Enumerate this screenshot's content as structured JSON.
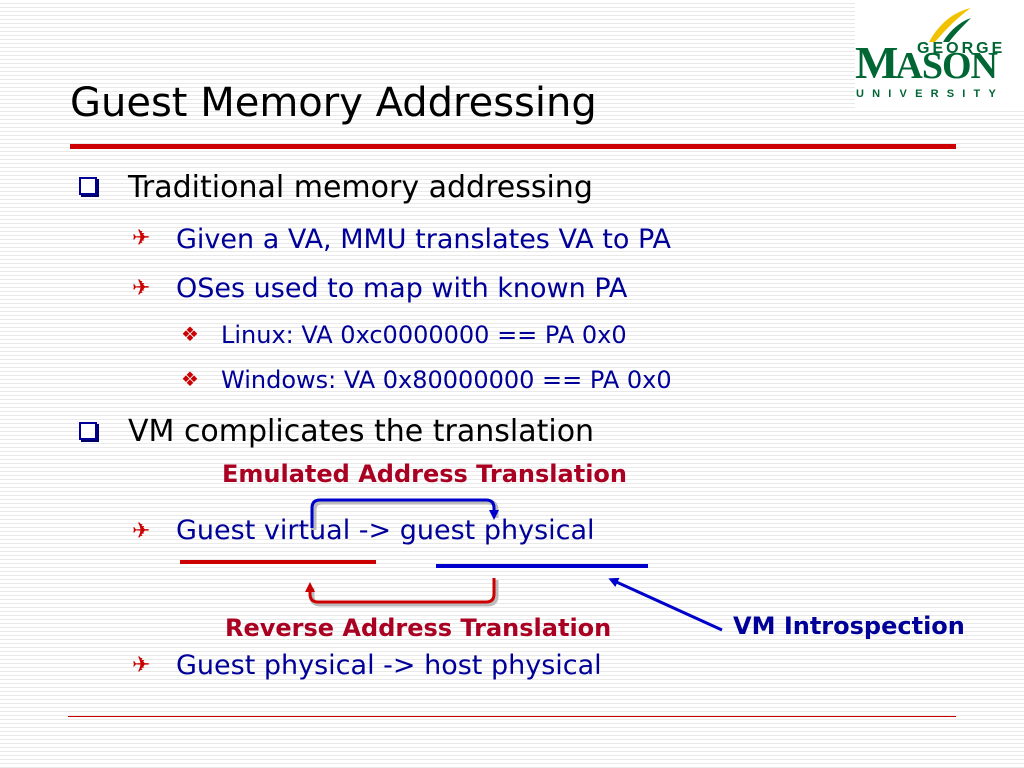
{
  "slide": {
    "title": "Guest Memory Addressing",
    "logo": {
      "line1": "GEORGE",
      "line2_first": "M",
      "line2_rest": "ASON",
      "line3": "UNIVERSITY"
    },
    "bullets": [
      {
        "text": "Traditional memory addressing"
      },
      {
        "text": "Given a VA, MMU translates VA to PA"
      },
      {
        "text": "OSes used to map with known PA"
      },
      {
        "text": "Linux: VA 0xc0000000 == PA 0x0"
      },
      {
        "text": "Windows: VA 0x80000000 == PA 0x0"
      },
      {
        "text": "VM complicates the translation"
      },
      {
        "text": "Guest virtual -> guest physical"
      },
      {
        "text": "Guest physical -> host physical"
      }
    ],
    "annotations": {
      "emulated": "Emulated Address Translation",
      "reverse": "Reverse Address Translation",
      "introspection": "VM Introspection"
    },
    "colors": {
      "accent_red": "#cc0000",
      "text_blue": "#000099",
      "logo_green": "#006633",
      "label_red": "#aa0022"
    }
  }
}
